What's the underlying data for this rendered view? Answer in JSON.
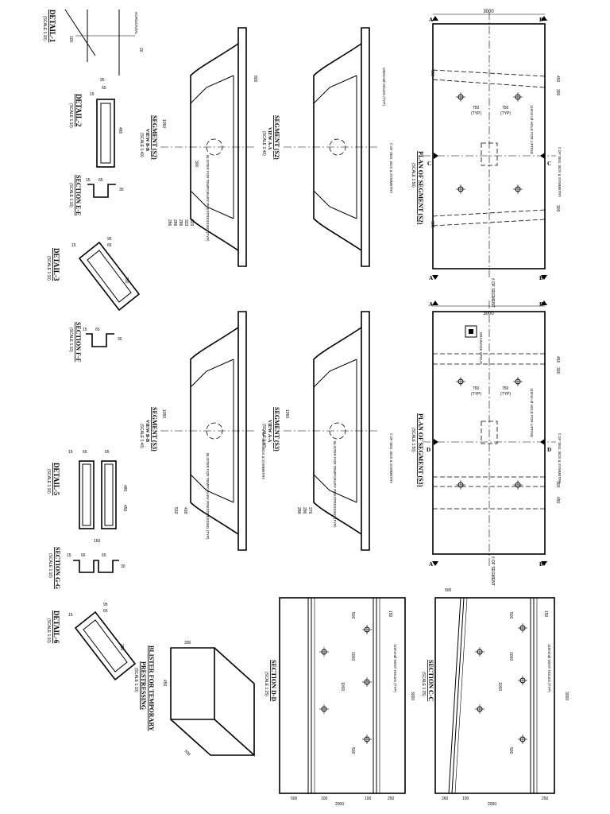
{
  "sheet": {
    "plan_s2": {
      "title": "PLAN OF SEGMENT (S2)",
      "scale": "(SCALE 1:50)",
      "width": "3000",
      "dim_450": "450",
      "dim_300": "300",
      "dim_750a": "750",
      "dim_750b": "750",
      "typ": "(TYP)",
      "lifting": "110mm Ø HOLE FOR LIFTING",
      "cl_label": "ĉ OF SEG. BOX & SYMMETRY",
      "sec_c": "C",
      "sec_b": "B",
      "sec_a": "A"
    },
    "plan_s3": {
      "title": "PLAN OF SEGMENT (S3)",
      "scale": "(SCALE 1:50)",
      "width": "3000",
      "dim_450": "450",
      "dim_300": "300",
      "dim_750a": "750",
      "dim_750b": "750",
      "typ": "(TYP)",
      "lifting": "110mm Ø HOLE FOR LIFTING",
      "drainage": "DRAINAGE SPOUT",
      "cl_label": "ĉ OF SEG. BOX & SYMMETRY",
      "sec_d": "D",
      "sec_b": "B",
      "sec_a": "A"
    },
    "cl_segment": "ĉ OF SEGMENT",
    "seg_s2_aa": {
      "title": "SEGMENT (S2)",
      "view": "VIEW A-A",
      "scale": "(SCALE 1:40)",
      "holes": "100mmØ HOLES (TYP)",
      "cl_label": "ĉ OF SEG. BOX & SYMMETRY"
    },
    "seg_s2_bb": {
      "title": "SEGMENT (S2)",
      "view": "VIEW B-B",
      "scale": "(SCALE 1:40)",
      "blister": "BLISTER FOR TEMPORARY PRESTRESSING (TYP)",
      "dim_1050": "1050",
      "dim_800": "800",
      "dim_300": "300",
      "dims_bottom": [
        "286",
        "286",
        "286",
        "333",
        "303"
      ]
    },
    "seg_s3_aa": {
      "title": "SEGMENT (S3)",
      "view": "VIEW A-A",
      "scale": "(SCALE 1:40)",
      "blister": "BLISTER FOR TEMPORARY PRESTRESSING (TYP)",
      "cl_label": "ĉ OF SEG. BOX & SYMMETRY",
      "dim_1050": "1050",
      "dims_bottom": [
        "288",
        "286",
        "276"
      ]
    },
    "seg_s3_bb": {
      "title": "SEGMENT (S3)",
      "view": "VIEW B-B",
      "scale": "(SCALE 1:40)",
      "cl_label": "ĉ OF SEG. BOX & SYMMETRY",
      "dim_1050": "1050",
      "dims_bottom": [
        "532",
        "438"
      ]
    },
    "detail1": {
      "title": "DETAIL-1",
      "scale": "(SCALE 1:10)",
      "horizontal": "HORIZONTAL",
      "dim_100": "100",
      "dim_20": "20"
    },
    "detail2": {
      "title": "DETAIL-2",
      "scale": "(SCALE 1:10)",
      "dim_95": "95",
      "dim_65": "65",
      "dim_15": "15",
      "dim_480": "480"
    },
    "section_ee": {
      "title": "SECTION E-E",
      "scale": "(SCALE 1:10)",
      "dim_65": "65",
      "dim_15": "15",
      "dim_30": "30"
    },
    "detail3": {
      "title": "DETAIL-3",
      "scale": "(SCALE 1:10)",
      "dim_95": "95",
      "dim_65": "65",
      "dim_15": "15",
      "dim_250": "250"
    },
    "section_ff": {
      "title": "SECTION F-F",
      "scale": "(SCALE 1:10)",
      "dim_65": "65",
      "dim_15": "15",
      "dim_30": "30"
    },
    "detail5": {
      "title": "DETAIL-5",
      "scale": "(SCALE 1:10)",
      "dim_65a": "65",
      "dim_65b": "65",
      "dim_15": "15",
      "dim_450": "450",
      "dim_480": "480",
      "dim_160": "160"
    },
    "section_gg": {
      "title": "SECTION G-G",
      "scale": "(SCALE 1:10)",
      "dim_65a": "65",
      "dim_65b": "65",
      "dim_15": "15",
      "dim_30": "30"
    },
    "detail6": {
      "title": "DETAIL-6",
      "scale": "(SCALE 1:10)",
      "dim_95": "95",
      "dim_65": "65",
      "dim_15": "15",
      "dim_250": "250"
    },
    "blister": {
      "title_line1": "BLISTER FOR TEMPORARY",
      "title_line2": "PRESTRESSING",
      "scale": "(SCALE 1:10)",
      "dim_300": "300",
      "dim_450": "450",
      "dim_500": "500"
    },
    "section_dd": {
      "title": "SECTION D-D",
      "scale": "(SCALE 1:25)",
      "vent": "110mmØ VENT HOLES (TYP)",
      "dim_3000": "3000",
      "dim_2000": "2000",
      "dim_1000a": "1000",
      "dim_1000b": "1000",
      "dim_500a": "500",
      "dim_500b": "500",
      "dim_150": "150",
      "dim_100a": "100",
      "dim_100b": "100",
      "dim_250": "250",
      "dim_500c": "500"
    },
    "section_cc": {
      "title": "SECTION C-C",
      "scale": "(SCALE 1:25)",
      "vent": "110mmØ VENT HOLES (TYP)",
      "dim_3000": "3000",
      "dim_2000": "2000",
      "dim_1000a": "1000",
      "dim_1000b": "1000",
      "dim_500a": "500",
      "dim_500b": "500",
      "dim_150": "150",
      "dim_100": "100",
      "dim_260": "260",
      "dim_250": "250",
      "dim_500top": "500"
    }
  }
}
